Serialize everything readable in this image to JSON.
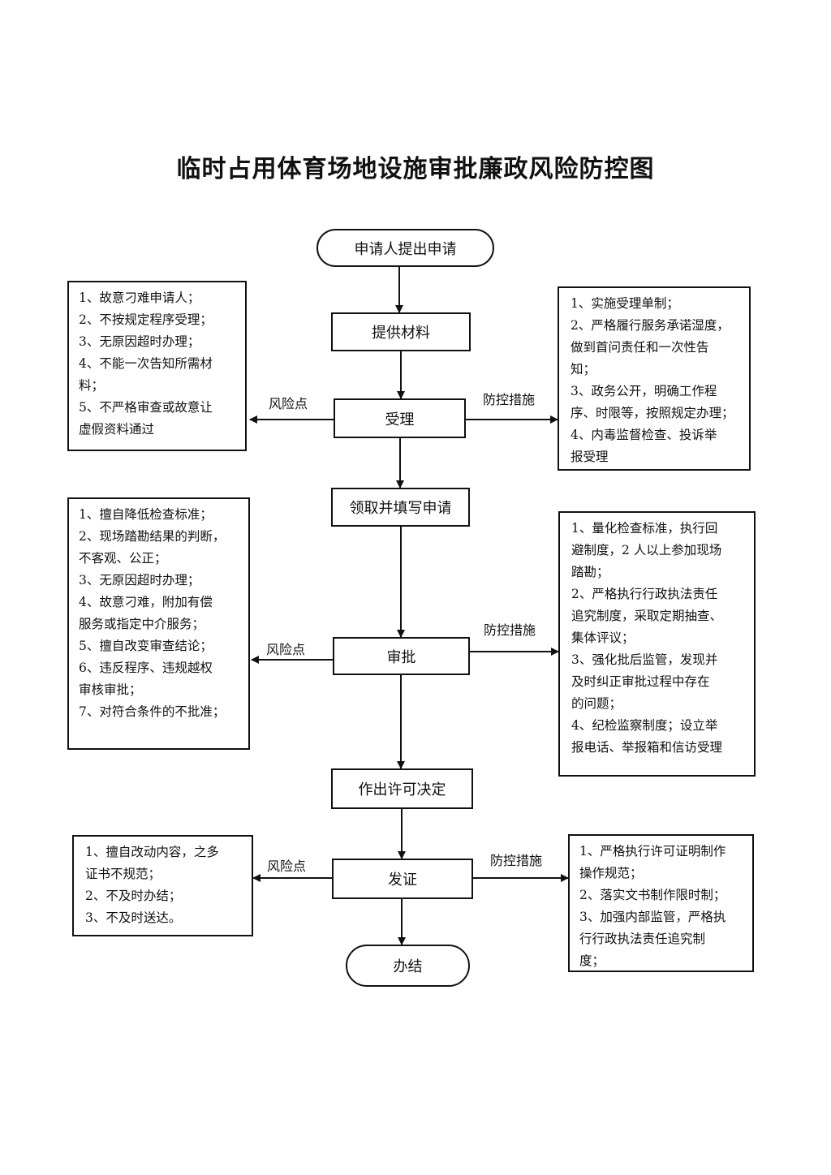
{
  "title": "临时占用体育场地设施审批廉政风险防控图",
  "steps": {
    "apply": "申请人提出申请",
    "materials": "提供材料",
    "accept": "受理",
    "fill_form": "领取并填写申请",
    "approve": "审批",
    "decision": "作出许可决定",
    "issue": "发证",
    "done": "办结"
  },
  "labels": {
    "risk_point": "风险点",
    "control_measure": "防控措施",
    "control_measure_2": "防控措施",
    "control_measure_3": "防控措施"
  },
  "notes": {
    "accept_risks": [
      "1、故意刁难申请人；",
      "2、不按规定程序受理；",
      "3、无原因超时办理；",
      "4、不能一次告知所需材",
      "料；",
      "5、不严格审查或故意让",
      "虚假资料通过"
    ],
    "accept_controls": [
      "1、实施受理单制；",
      "2、严格履行服务承诺湿度，",
      "做到首问责任和一次性告",
      "知；",
      "3、政务公开，明确工作程",
      "序、时限等，按照规定办理；",
      "4、内毒监督检查、投诉举",
      "报受理"
    ],
    "approve_risks": [
      "1、擅自降低检查标准；",
      "2、现场踏勘结果的判断，",
      "不客观、公正；",
      "3、无原因超时办理；",
      "4、故意刁难，附加有偿",
      "服务或指定中介服务；",
      "5、擅自改变审查结论；",
      "6、违反程序、违规越权",
      "审核审批；",
      "7、对符合条件的不批准；"
    ],
    "approve_controls": [
      "1、量化检查标准，执行回",
      "避制度，2 人以上参加现场",
      "踏勘；",
      "2、严格执行行政执法责任",
      "追究制度，采取定期抽查、",
      "集体评议；",
      "3、强化批后监管，发现并",
      "及时纠正审批过程中存在",
      "的问题；",
      "4、纪检监察制度；设立举",
      "报电话、举报箱和信访受理"
    ],
    "issue_risks": [
      "1、擅自改动内容，之多",
      "证书不规范；",
      "2、不及时办结；",
      "3、不及时送达。"
    ],
    "issue_controls": [
      "1、严格执行许可证明制作",
      "操作规范；",
      "2、落实文书制作限时制；",
      "3、加强内部监管，严格执",
      "行行政执法责任追究制",
      "度；"
    ]
  }
}
